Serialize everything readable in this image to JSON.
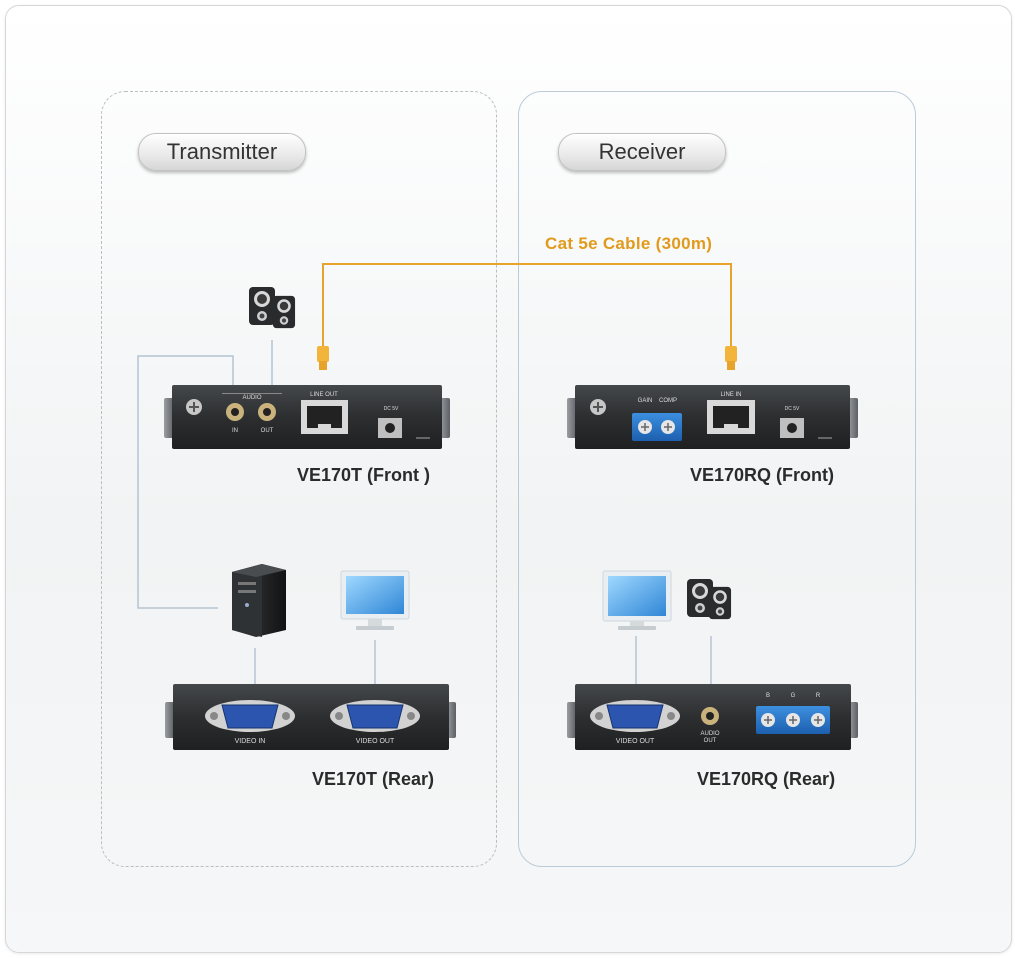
{
  "sections": {
    "transmitter": "Transmitter",
    "receiver": "Receiver"
  },
  "cable": {
    "label": "Cat 5e Cable (300m)",
    "color": "#e8a42a"
  },
  "devices": {
    "tx_front": {
      "label": "VE170T (Front )",
      "audio": "AUDIO",
      "in": "IN",
      "out": "OUT",
      "line": "LINE OUT",
      "power": "DC 5V"
    },
    "rx_front": {
      "label": "VE170RQ (Front)",
      "gain": "GAIN",
      "comp": "COMP",
      "line": "LINE IN",
      "power": "DC 5V"
    },
    "tx_rear": {
      "label": "VE170T (Rear)",
      "video_in": "VIDEO IN",
      "video_out": "VIDEO OUT"
    },
    "rx_rear": {
      "label": "VE170RQ (Rear)",
      "video_out": "VIDEO OUT",
      "audio_out_1": "AUDIO",
      "audio_out_2": "OUT",
      "r": "R",
      "g": "G",
      "b": "B"
    }
  },
  "colors": {
    "device_body": "#2f3133",
    "terminal_block": "#2e78c8",
    "vga": "#2c55b0",
    "connector_line": "#b4c4d2"
  }
}
